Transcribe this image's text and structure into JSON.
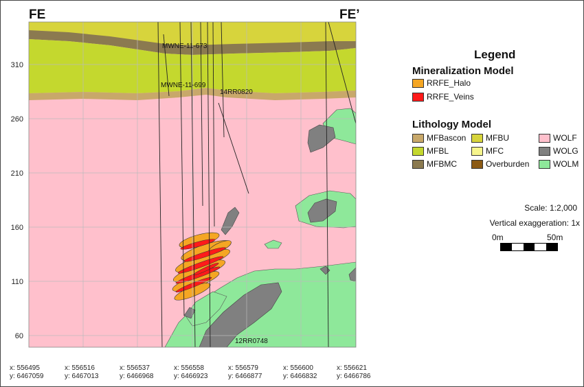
{
  "section": {
    "start_label": "FE",
    "end_label": "FE’",
    "y_ticks": [
      "310",
      "260",
      "210",
      "160",
      "110",
      "60"
    ],
    "x_ticks": [
      {
        "x": "x: 556495",
        "y": "y: 6467059"
      },
      {
        "x": "x: 556516",
        "y": "y: 6467013"
      },
      {
        "x": "x: 556537",
        "y": "y: 6466968"
      },
      {
        "x": "x: 556558",
        "y": "y: 6466923"
      },
      {
        "x": "x: 556579",
        "y": "y: 6466877"
      },
      {
        "x": "x: 556600",
        "y": "y: 6466832"
      },
      {
        "x": "x: 556621",
        "y": "y: 6466786"
      }
    ],
    "drillholes": [
      "MWNE-11-673",
      "MWNE-11-699",
      "14RR0820",
      "12RR0748"
    ]
  },
  "legend": {
    "title": "Legend",
    "mineralization_heading": "Mineralization Model",
    "mineralization_items": [
      {
        "label": "RRFE_Halo",
        "color": "#f5a623"
      },
      {
        "label": "RRFE_Veins",
        "color": "#ff1a1a"
      }
    ],
    "lithology_heading": "Lithology Model",
    "lithology_items": [
      {
        "label": "MFBascon",
        "color": "#c8a86a"
      },
      {
        "label": "MFBU",
        "color": "#d7d43c"
      },
      {
        "label": "WOLF",
        "color": "#ffc0cc"
      },
      {
        "label": "MFBL",
        "color": "#c4d82e"
      },
      {
        "label": "MFC",
        "color": "#f6f58c"
      },
      {
        "label": "WOLG",
        "color": "#808080"
      },
      {
        "label": "MFBMC",
        "color": "#8b7a50"
      },
      {
        "label": "Overburden",
        "color": "#8b5a14"
      },
      {
        "label": "WOLM",
        "color": "#8ee89a"
      }
    ]
  },
  "scale": {
    "scale_text": "Scale: 1:2,000",
    "exaggeration_text": "Vertical exaggeration: 1x",
    "bar_start": "0m",
    "bar_end": "50m"
  }
}
